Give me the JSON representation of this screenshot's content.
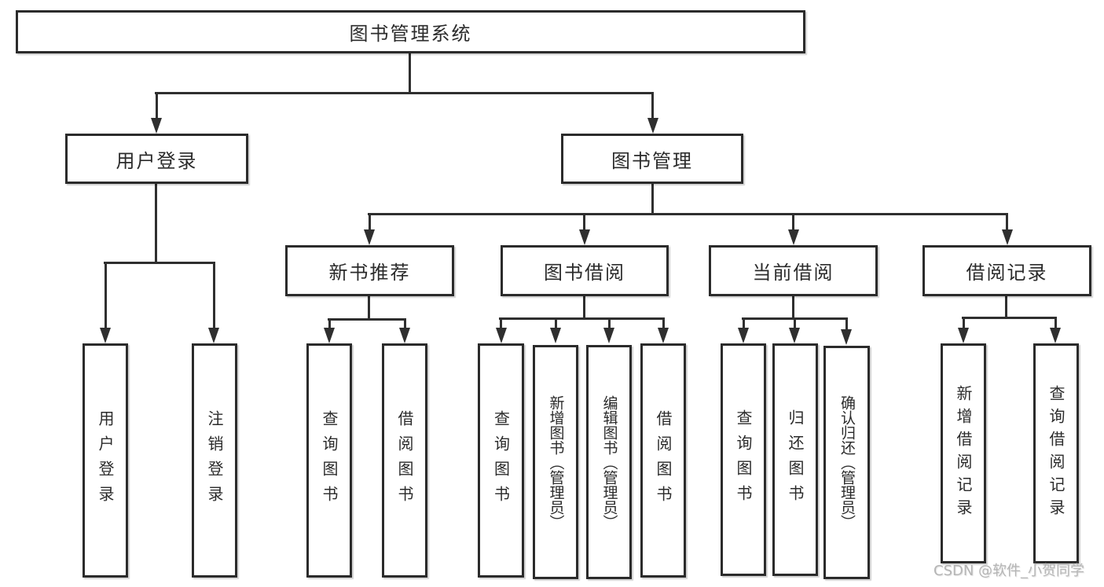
{
  "nodes": {
    "root": "图书管理系统",
    "user_login": "用户登录",
    "book_mgmt": "图书管理",
    "new_book_rec": "新书推荐",
    "book_borrow": "图书借阅",
    "current_borrow": "当前借阅",
    "borrow_records": "借阅记录",
    "ul_user_login": "用户登录",
    "ul_logout": "注销登录",
    "nb_query_books": "查询图书",
    "nb_borrow_books": "借阅图书",
    "bb_query_books": "查询图书",
    "bb_add_books": "新增图书（管理员）",
    "bb_edit_books": "编辑图书（管理员）",
    "bb_borrow_books": "借阅图书",
    "cb_query_books": "查询图书",
    "cb_return_books": "归还图书",
    "cb_confirm_return": "确认归还（管理员）",
    "br_add_record": "新增借阅记录",
    "br_query_record": "查询借阅记录"
  },
  "watermark": "CSDN @软件_小贺同学",
  "colors": {
    "line": "#2f2f2f",
    "box_border": "#2b2b2b",
    "box_background": "#ffffff",
    "watermark_text": "#b5b5b5"
  }
}
